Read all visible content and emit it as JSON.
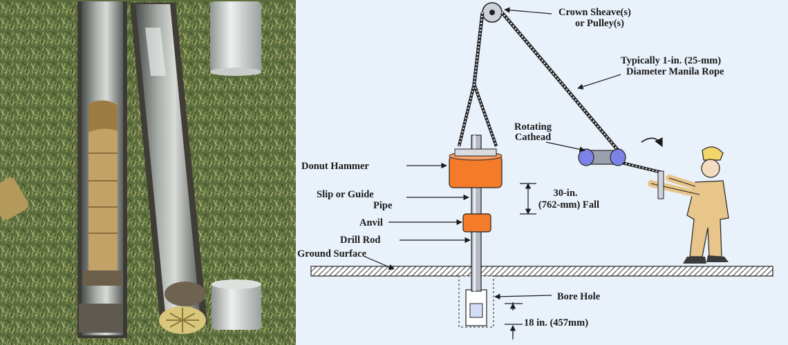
{
  "colors": {
    "diagram_background": "#e9f1fa",
    "hammer": "#f47b2a",
    "cathead": "#7b83e6",
    "worker": "#e8c58a",
    "grass": "#55683a"
  },
  "labels": {
    "crown_sheave_line1": "Crown Sheave(s)",
    "crown_sheave_line2": "or Pulley(s)",
    "rope_line1": "Typically 1-in. (25-mm)",
    "rope_line2": "Diameter Manila Rope",
    "cathead_line1": "Rotating",
    "cathead_line2": "Cathead",
    "donut_hammer": "Donut Hammer",
    "slip_pipe_line1": "Slip or Guide",
    "slip_pipe_line2": "Pipe",
    "fall_line1": "30-in.",
    "fall_line2": "(762-mm) Fall",
    "anvil": "Anvil",
    "drill_rod": "Drill Rod",
    "ground_surface": "Ground Surface",
    "bore_hole": "Bore Hole",
    "sampler_length": "18 in. (457mm)"
  }
}
